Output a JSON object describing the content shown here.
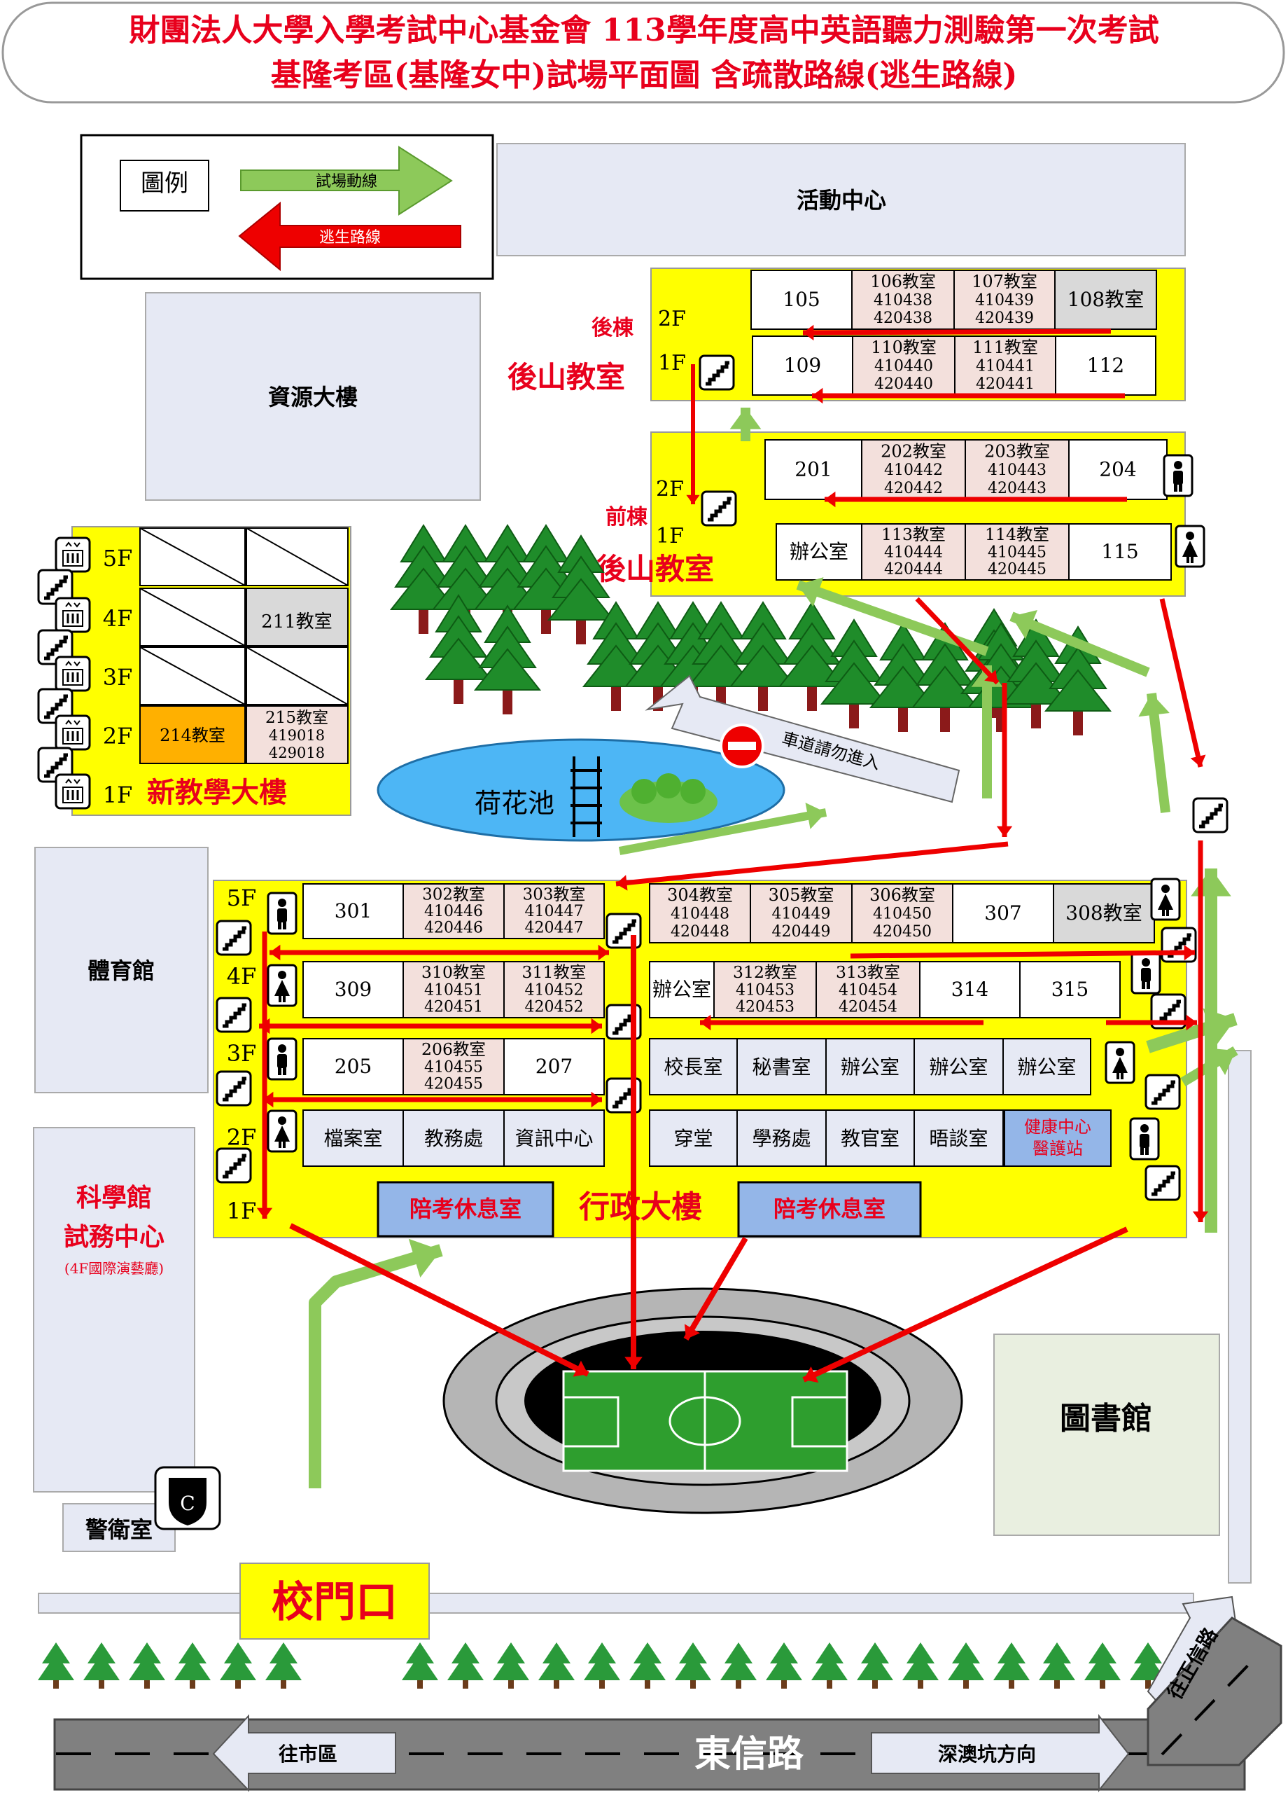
{
  "title": {
    "line1": "財團法人大學入學考試中心基金會 113學年度高中英語聽力測驗第一次考試",
    "line2": "基隆考區(基隆女中)試場平面圖 含疏散路線(逃生路線)"
  },
  "legend": {
    "label": "圖例",
    "green_arrow": "試場動線",
    "red_arrow": "逃生路線"
  },
  "colors": {
    "title_red": "#e8001c",
    "building_yellow": "#ffff00",
    "exam_room_pink": "#f3e0dc",
    "grey_room": "#d9d9d9",
    "orange_room": "#ffb000",
    "escape_red": "#ee0000",
    "route_green": "#8dc95a",
    "generic_building": "#e6e9f4",
    "pond_blue": "#4db6f5",
    "field_green": "#2e9e2e",
    "rest_room_blue": "#94b6e8",
    "tree_green": "#1f8c2a",
    "tree_trunk": "#8b1a1a"
  },
  "buildings": {
    "activity_center": "活動中心",
    "resource": "資源大樓",
    "gym": "體育館",
    "science_hall": "科學館",
    "exam_office": "試務中心",
    "exam_office_note": "(4F國際演藝廳)",
    "guard": "警衛室",
    "guard_icon": "C",
    "library": "圖書館",
    "admin": "行政大樓",
    "new_teaching": "新教學大樓",
    "houshan_label_a": "後山教室",
    "houshan_label_b": "後山教室",
    "rear_building": "後棟",
    "front_building": "前棟",
    "pond": "荷花池",
    "no_entry": "車道請勿進入",
    "school_gate": "校門口"
  },
  "roads": {
    "main": "東信路",
    "to_city": "往市區",
    "to_shenao": "深澳坑方向",
    "to_zhengxin": "往正信路"
  },
  "back_block": {
    "f2_label": "2F",
    "f1_label": "1F",
    "f2_rooms": [
      {
        "name": "105",
        "ids": []
      },
      {
        "name": "106教室",
        "ids": [
          "410438",
          "420438"
        ]
      },
      {
        "name": "107教室",
        "ids": [
          "410439",
          "420439"
        ]
      },
      {
        "name": "108教室",
        "ids": []
      }
    ],
    "f1_rooms": [
      {
        "name": "109",
        "ids": []
      },
      {
        "name": "110教室",
        "ids": [
          "410440",
          "420440"
        ]
      },
      {
        "name": "111教室",
        "ids": [
          "410441",
          "420441"
        ]
      },
      {
        "name": "112",
        "ids": []
      }
    ]
  },
  "front_block": {
    "f2_label": "2F",
    "f1_label": "1F",
    "f2_rooms": [
      {
        "name": "201",
        "ids": []
      },
      {
        "name": "202教室",
        "ids": [
          "410442",
          "420442"
        ]
      },
      {
        "name": "203教室",
        "ids": [
          "410443",
          "420443"
        ]
      },
      {
        "name": "204",
        "ids": []
      }
    ],
    "f1_rooms": [
      {
        "name": "辦公室",
        "ids": []
      },
      {
        "name": "113教室",
        "ids": [
          "410444",
          "420444"
        ]
      },
      {
        "name": "114教室",
        "ids": [
          "410445",
          "420445"
        ]
      },
      {
        "name": "115",
        "ids": []
      }
    ]
  },
  "new_building": {
    "floors": [
      "5F",
      "4F",
      "3F",
      "2F",
      "1F"
    ],
    "f4_room": "211教室",
    "f2_room_a": "214教室",
    "f2_room_b": {
      "name": "215教室",
      "ids": [
        "419018",
        "429018"
      ]
    }
  },
  "admin_building": {
    "floors": [
      "5F",
      "4F",
      "3F",
      "2F",
      "1F"
    ],
    "f5_left": [
      {
        "name": "301",
        "ids": []
      },
      {
        "name": "302教室",
        "ids": [
          "410446",
          "420446"
        ]
      },
      {
        "name": "303教室",
        "ids": [
          "410447",
          "420447"
        ]
      }
    ],
    "f5_right": [
      {
        "name": "304教室",
        "ids": [
          "410448",
          "420448"
        ]
      },
      {
        "name": "305教室",
        "ids": [
          "410449",
          "420449"
        ]
      },
      {
        "name": "306教室",
        "ids": [
          "410450",
          "420450"
        ]
      },
      {
        "name": "307",
        "ids": []
      },
      {
        "name": "308教室",
        "ids": []
      }
    ],
    "f4_left": [
      {
        "name": "309",
        "ids": []
      },
      {
        "name": "310教室",
        "ids": [
          "410451",
          "420451"
        ]
      },
      {
        "name": "311教室",
        "ids": [
          "410452",
          "420452"
        ]
      }
    ],
    "f4_right": [
      {
        "name": "辦公室",
        "ids": []
      },
      {
        "name": "312教室",
        "ids": [
          "410453",
          "420453"
        ]
      },
      {
        "name": "313教室",
        "ids": [
          "410454",
          "420454"
        ]
      },
      {
        "name": "314",
        "ids": []
      },
      {
        "name": "315",
        "ids": []
      }
    ],
    "f3_left": [
      {
        "name": "205",
        "ids": []
      },
      {
        "name": "206教室",
        "ids": [
          "410455",
          "420455"
        ]
      },
      {
        "name": "207",
        "ids": []
      }
    ],
    "f3_right": [
      "校長室",
      "秘書室",
      "辦公室",
      "辦公室",
      "辦公室"
    ],
    "f2_left": [
      "檔案室",
      "教務處",
      "資訊中心"
    ],
    "f2_right": [
      "穿堂",
      "學務處",
      "教官室",
      "晤談室"
    ],
    "health_1": "健康中心",
    "health_2": "醫護站",
    "rest_room": "陪考休息室"
  }
}
